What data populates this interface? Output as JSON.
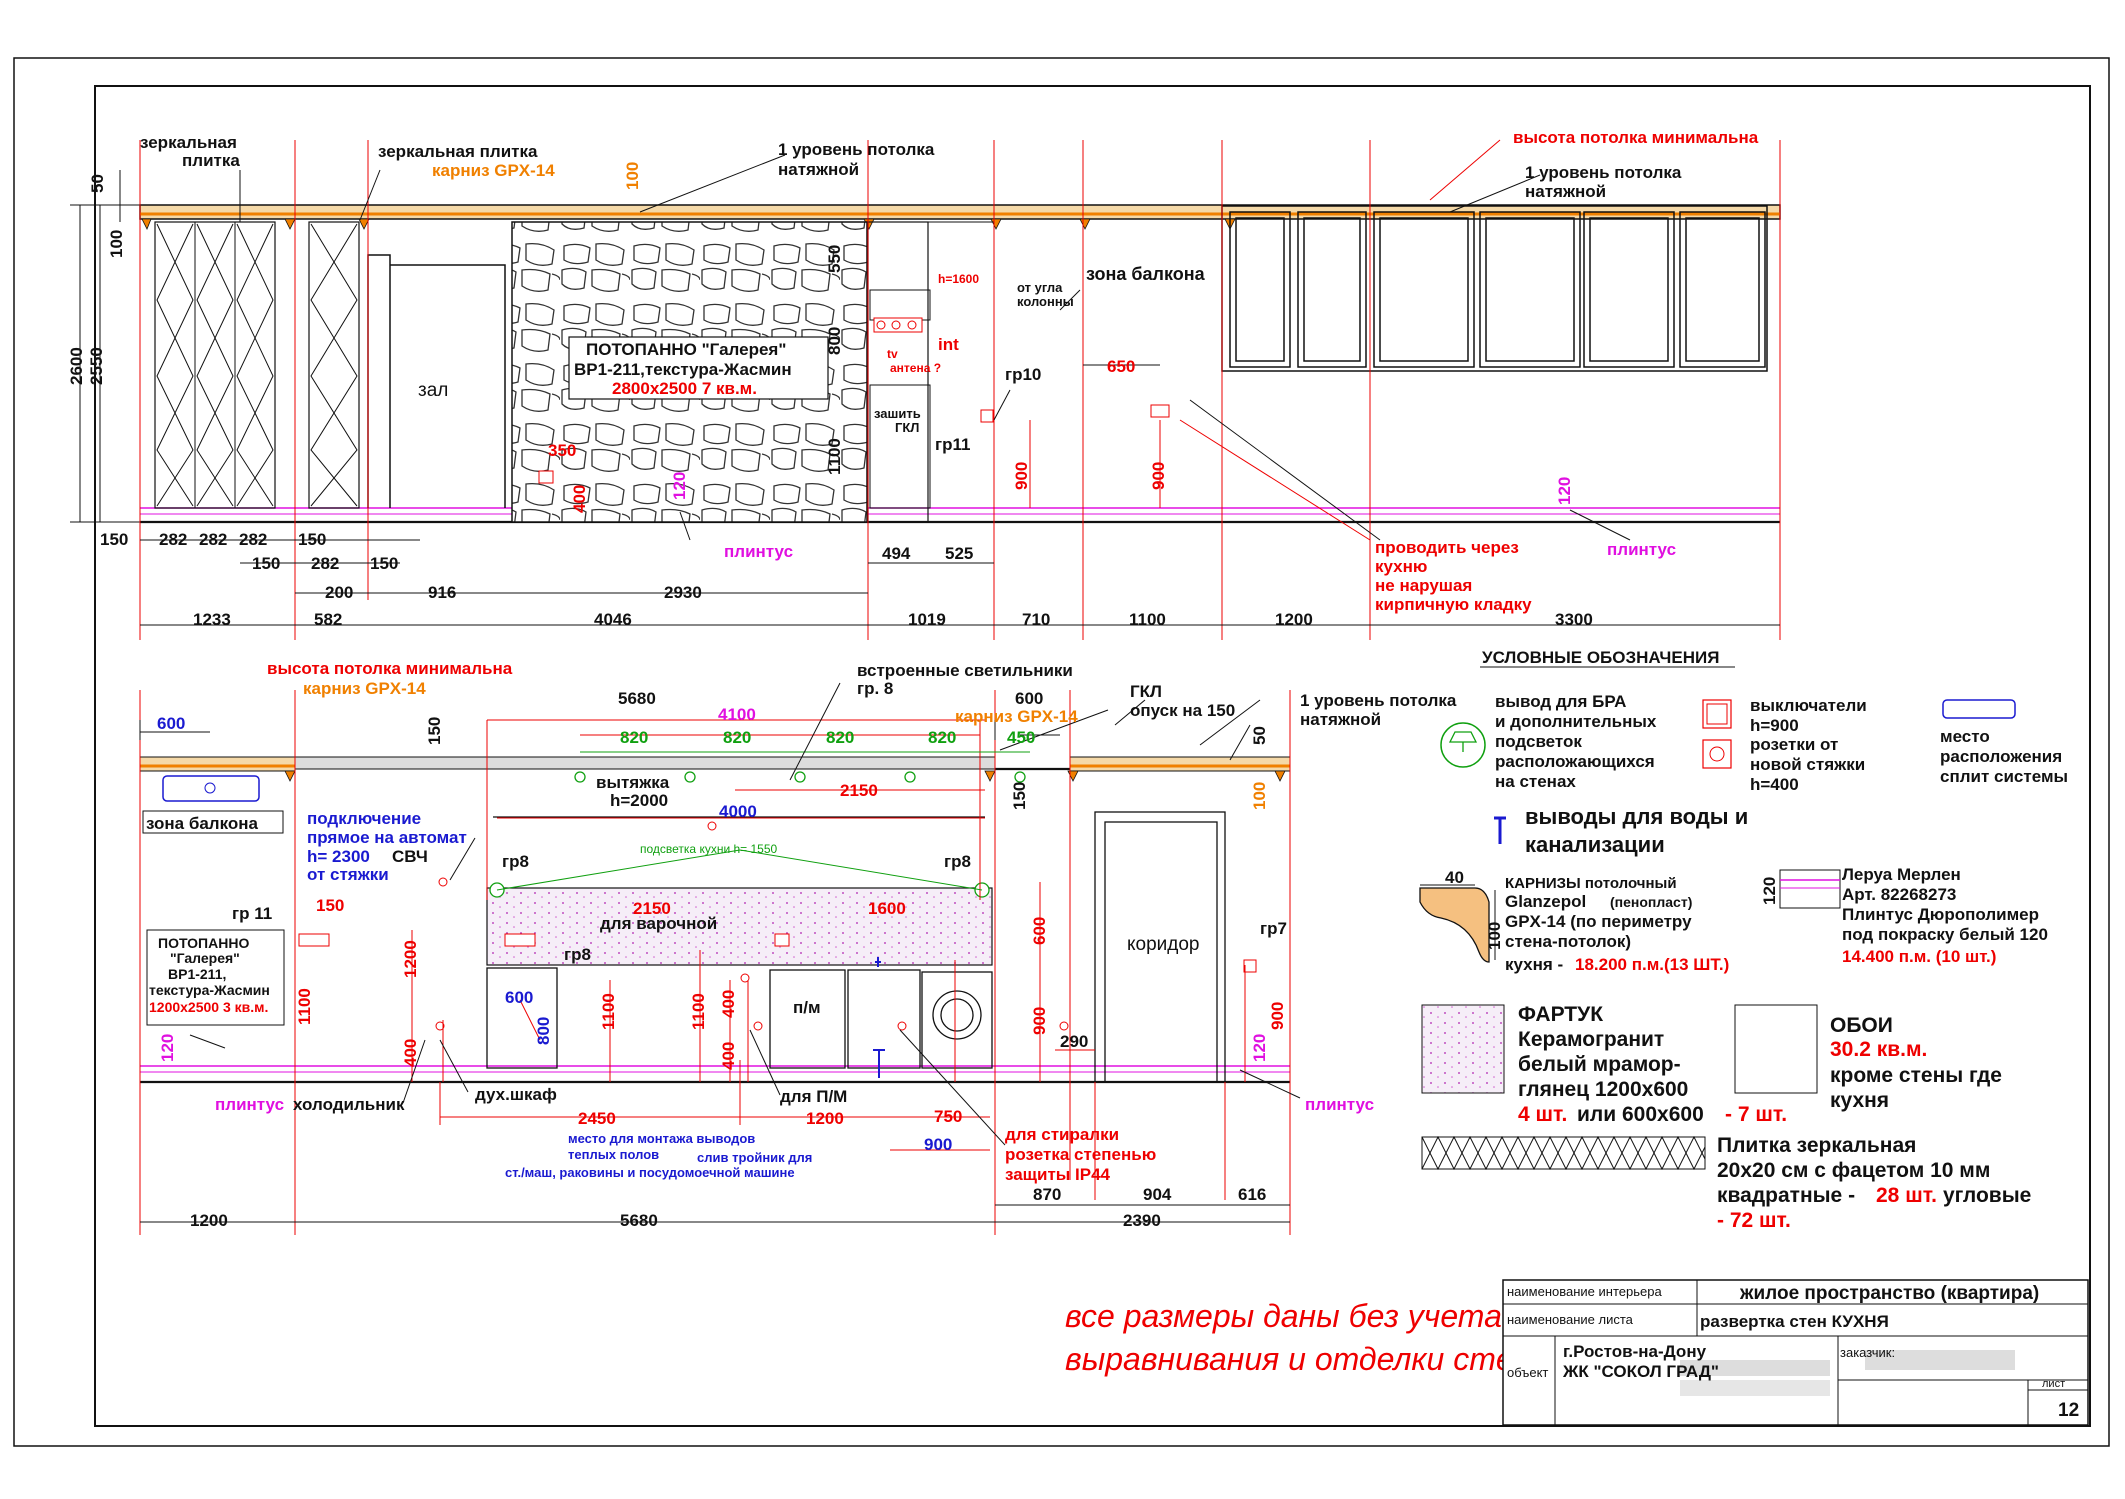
{
  "top": {
    "labels": {
      "mirror_tile_1": "зеркальная",
      "mirror_tile_2": "плитка",
      "mirror_tile_b": "зеркальная плитка",
      "cornice": "карниз GPX-14",
      "ceiling_1": "1 уровень потолка",
      "ceiling_2": "натяжной",
      "min_height": "высота потолка минимальна",
      "ceiling_r1": "1 уровень потолка",
      "ceiling_r2": "натяжной",
      "hall": "зал",
      "panel_1": "ПОТОПАННО \"Галерея\"",
      "panel_2": "BP1-211,текстура-Жасмин",
      "panel_3": "2800х2500 7 кв.м.",
      "h1600": "h=1600",
      "tv": "tv",
      "int": "int",
      "antenna": "антена ?",
      "from_corner_1": "от угла",
      "from_corner_2": "колонны",
      "balcony": "зона балкона",
      "gkl_1": "зашить",
      "gkl_2": "ГКЛ",
      "gr10": "гр10",
      "gr11": "гр11",
      "plinth_1": "плинтус",
      "plinth_2": "плинтус",
      "route_1": "проводить через",
      "route_2": "кухню",
      "route_3": "не нарушая",
      "route_4": "кирпичную кладку"
    },
    "dims": {
      "d50": "50",
      "d100": "100",
      "d2600": "2600",
      "d2550": "2550",
      "d100o": "100",
      "d550": "550",
      "d800": "800",
      "d1100": "1100",
      "d350": "350",
      "d400": "400",
      "d120": "120",
      "d650": "650",
      "d900a": "900",
      "d900b": "900",
      "d120r": "120",
      "r1": [
        "150",
        "282",
        "282",
        "282",
        "150"
      ],
      "r2": [
        "150",
        "282",
        "150"
      ],
      "r3a": "200",
      "r3b": "916",
      "r3c": "2930",
      "r3d": "494",
      "r3e": "525",
      "bottom": [
        "1233",
        "582",
        "4046",
        "1019",
        "710",
        "1100",
        "1200",
        "3300"
      ]
    }
  },
  "bottom": {
    "labels": {
      "min_height": "высота потолка минимальна",
      "cornice_l": "карниз GPX-14",
      "lights_1": "встроенные светильники",
      "lights_2": "гр. 8",
      "cornice_r": "карниз GPX-14",
      "gkl_1": "ГКЛ",
      "gkl_2": "опуск на 150",
      "ceiling_1": "1 уровень потолка",
      "ceiling_2": "натяжной",
      "hood_1": "вытяжка",
      "hood_2": "h=2000",
      "balcony": "зона балкона",
      "conn_1": "подключение",
      "conn_2": "прямое на автомат",
      "conn_3": "h= 2300",
      "conn_4": "от стяжки",
      "svch": "СВЧ",
      "gr8a": "гр8",
      "gr8b": "гр8",
      "gr8c": "гр8",
      "gr11": "гр 11",
      "gr7": "гр7",
      "backlight": "подсветка кухни h= 1550",
      "hob": "для варочной",
      "panel_1": "ПОТОПАННО",
      "panel_2": "\"Галерея\"",
      "panel_3": "BP1-211,",
      "panel_4": "текстура-Жасмин",
      "panel_5": "1200х2500 3 кв.м.",
      "pm": "п/м",
      "corridor": "коридор",
      "fridge": "холодильник",
      "oven": "дух.шкаф",
      "dishwasher": "для П/М",
      "plinth_l": "плинтус",
      "plinth_r": "плинтус",
      "floor_1": "место для  монтажа выводов",
      "floor_2": "теплых полов",
      "drain_1": "слив тройник для",
      "drain_2": "ст./маш, раковины и посудомоечной машине",
      "washer_1": "для стиралки",
      "washer_2": "розетка степенью",
      "washer_3": "защиты  IP44"
    },
    "dims": {
      "d600top": "600",
      "d5680": "5680",
      "d4100": "4100",
      "d600r": "600",
      "d150": "150",
      "d50": "50",
      "d100": "100",
      "green": [
        "820",
        "820",
        "820",
        "820",
        "450"
      ],
      "d2150a": "2150",
      "d4000": "4000",
      "d150b": "150",
      "d150r": "150",
      "d1200": "1200",
      "d1100a": "1100",
      "d400a": "400",
      "d120": "120",
      "d600": "600",
      "d800": "800",
      "d1100b": "1100",
      "d1100c": "1100",
      "d400b": "400",
      "d400c": "400",
      "d2150b": "2150",
      "d1600": "1600",
      "d600v": "600",
      "d900v": "900",
      "d290": "290",
      "d120r": "120",
      "d900r": "900",
      "d2450": "2450",
      "d1200b": "1200",
      "d750": "750",
      "d900": "900",
      "row": [
        "870",
        "904",
        "616"
      ],
      "bottom": [
        "1200",
        "5680",
        "2390"
      ]
    }
  },
  "legend": {
    "title": "УСЛОВНЫЕ ОБОЗНАЧЕНИЯ",
    "bra_1": "вывод для БРА",
    "bra_2": "и дополнительных",
    "bra_3": "подсветок",
    "bra_4": "расположающихся",
    "bra_5": "на стенах",
    "switch_1": "выключатели",
    "switch_2": "h=900",
    "socket_1": "розетки от",
    "socket_2": "новой стяжки",
    "socket_3": "h=400",
    "split_1": "место",
    "split_2": "расположения",
    "split_3": "сплит системы",
    "water_1": "выводы для воды и",
    "water_2": "канализации",
    "cornice_1": "КАРНИЗЫ потолочный",
    "cornice_2": "Glanzepol",
    "cornice_2b": "(пенопласт)",
    "cornice_3": "GPX-14  (по периметру",
    "cornice_4": "стена-потолок)",
    "cornice_5a": "кухня - ",
    "cornice_5b": "18.200 п.м.(13 ШТ.)",
    "cornice_d40": "40",
    "cornice_d100": "100",
    "plinth_1": "Леруа Мерлен",
    "plinth_2": "Арт. 82268273",
    "plinth_3": "Плинтус  Дюрополимер",
    "plinth_4": "под покраску белый 120",
    "plinth_5": "14.400 п.м. (10 шт.)",
    "plinth_d120": "120",
    "apron_1": "ФАРТУК",
    "apron_2": "Керамогранит",
    "apron_3": "белый мрамор-",
    "apron_4": "глянец 1200х600",
    "apron_5a": "4 шт.",
    "apron_5b": " или 600х600 ",
    "apron_5c": "- 7 шт.",
    "wall_1": "ОБОИ",
    "wall_2": "30.2 кв.м.",
    "wall_3": "кроме стены где",
    "wall_4": "кухня",
    "tile_1": "Плитка зеркальная",
    "tile_2": "20х20 см с фацетом 10 мм",
    "tile_3a": "квадратные - ",
    "tile_3b": "28 шт.",
    "tile_3c": " угловые",
    "tile_4": "- 72 шт."
  },
  "note": {
    "line1": "все размеры даны без учета",
    "line2": "выравнивания и отделки стен"
  },
  "titleblock": {
    "k1": "наименование интерьера",
    "v1": "жилое пространство (квартира)",
    "k2": "наименование листа",
    "v2": "развертка стен КУХНЯ",
    "k3": "объект",
    "v3a": "г.Ростов-на-Дону",
    "v3b": "ЖК \"СОКОЛ ГРАД\"",
    "k4": "заказчик:",
    "k5": "лист",
    "v5": "12"
  },
  "colors": {
    "red": "#e00000",
    "orange": "#f08000",
    "blue": "#1a1ad0",
    "magenta": "#e010e0",
    "green": "#10a010",
    "line": "#111111"
  }
}
